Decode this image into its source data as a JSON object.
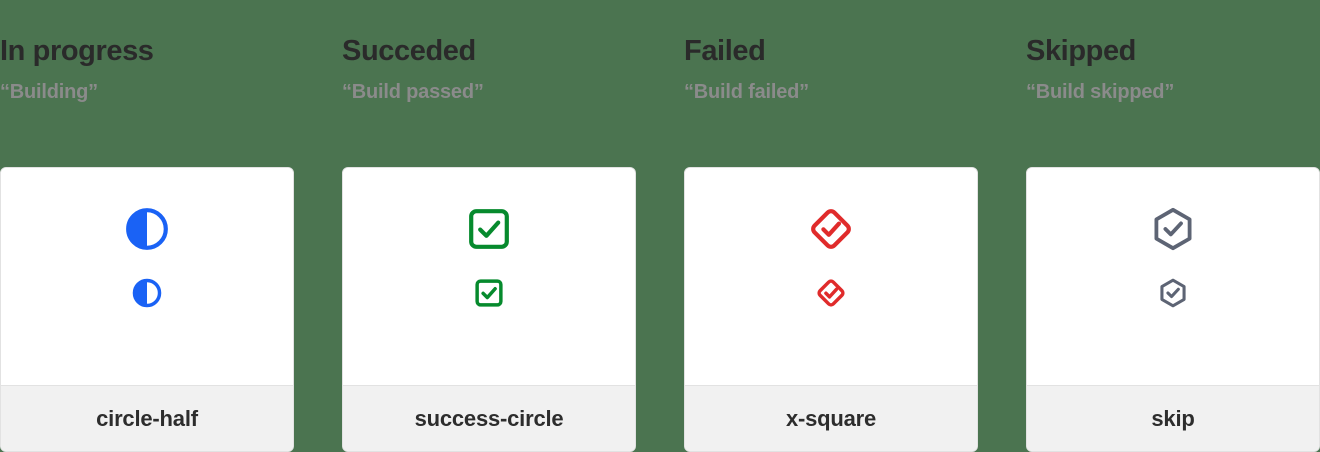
{
  "page": {
    "background_color": "#4b7450",
    "card_background": "#ffffff",
    "card_footer_background": "#f1f1f1",
    "card_border_color": "#e2e2e2"
  },
  "columns": [
    {
      "title": "In progress",
      "subtitle": "“Building”",
      "icon_name": "circle-half",
      "icon_label": "circle-half",
      "icon_color": "#1a62f5"
    },
    {
      "title": "Succeded",
      "subtitle": "“Build passed”",
      "icon_name": "success-circle",
      "icon_label": "success-circle",
      "icon_color": "#068a2d"
    },
    {
      "title": "Failed",
      "subtitle": "“Build failed”",
      "icon_name": "x-square",
      "icon_label": "x-square",
      "icon_color": "#e02b2b"
    },
    {
      "title": "Skipped",
      "subtitle": "“Build skipped”",
      "icon_name": "skip",
      "icon_label": "skip",
      "icon_color": "#5d6474"
    }
  ]
}
